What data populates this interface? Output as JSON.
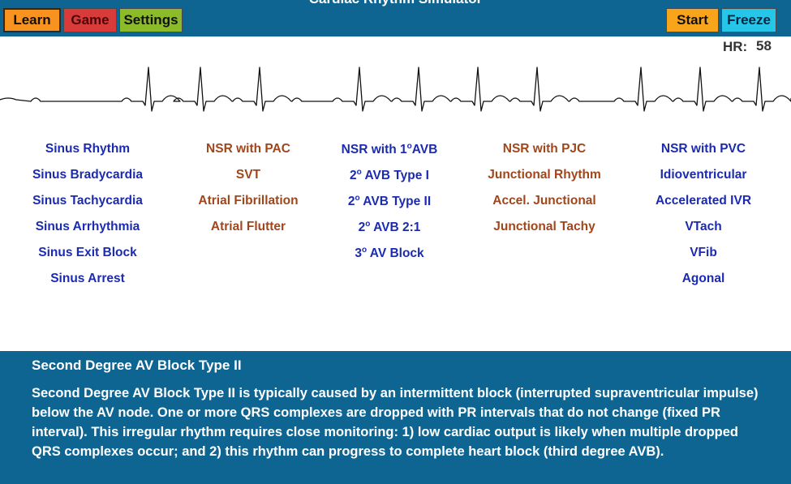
{
  "app": {
    "title": "Cardiac Rhythm Simulator"
  },
  "toolbar": {
    "learn_label": "Learn",
    "game_label": "Game",
    "settings_label": "Settings",
    "start_label": "Start",
    "freeze_label": "Freeze"
  },
  "monitor": {
    "hr_label": "HR:",
    "hr_value": "58"
  },
  "rhythms": {
    "col1": [
      "Sinus Rhythm",
      "Sinus Bradycardia",
      "Sinus Tachycardia",
      "Sinus Arrhythmia",
      "Sinus Exit Block",
      "Sinus Arrest"
    ],
    "col2": [
      "NSR with PAC",
      "SVT",
      "Atrial Fibrillation",
      "Atrial Flutter"
    ],
    "col3": [
      {
        "pre": "NSR with 1",
        "sup": "o",
        "post": "AVB"
      },
      {
        "pre": "2",
        "sup": "o",
        "post": " AVB Type I"
      },
      {
        "pre": "2",
        "sup": "o",
        "post": " AVB Type II"
      },
      {
        "pre": "2",
        "sup": "o",
        "post": " AVB 2:1"
      },
      {
        "pre": "3",
        "sup": "o",
        "post": " AV Block"
      }
    ],
    "col4": [
      "NSR with PJC",
      "Junctional Rhythm",
      "Accel. Junctional",
      "Junctional Tachy"
    ],
    "col5": [
      "NSR with PVC",
      "Idioventricular",
      "Accelerated IVR",
      "VTach",
      "VFib",
      "Agonal"
    ]
  },
  "info": {
    "title": "Second Degree AV Block Type II",
    "text": "Second Degree AV Block Type II is typically caused by an intermittent block (interrupted supraventricular impulse) below the AV node. One or more QRS complexes are dropped with PR intervals that do not change (fixed PR interval). This irregular rhythm requires close monitoring: 1) low cardiac output is likely when multiple dropped QRS complexes occur; and 2) this rhythm can progress to complete heart block (third degree AVB)."
  },
  "colors": {
    "header_bg": "#0f6592",
    "learn": "#f7931e",
    "game": "#d93b3b",
    "settings": "#8cbb2a",
    "start": "#f9a51b",
    "freeze": "#26c6e8",
    "rhythm_blue": "#1b2bb0",
    "rhythm_brown": "#a0461a"
  }
}
